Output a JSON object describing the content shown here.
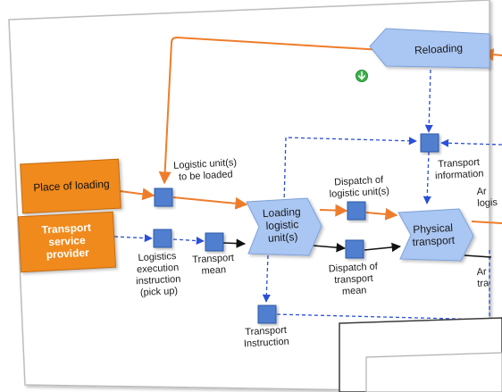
{
  "colors": {
    "orange_box": "#f08a1c",
    "orange_line": "#ee7d2b",
    "blue_node": "#4f7fce",
    "blue_line": "#2a4fd8",
    "process_fill": "#aac6f2",
    "green_icon": "#3bb34a",
    "black_line": "#111111"
  },
  "boxes": {
    "place_of_loading": "Place of loading",
    "transport_service_provider": "Transport\nservice\nprovider"
  },
  "processes": {
    "reloading": "Reloading",
    "loading_logistic_unit": "Loading\nlogistic\nunit(s)",
    "physical_transport": "Physical\ntransport"
  },
  "labels": {
    "logistic_units_to_be_loaded": "Logistic unit(s)\nto be loaded",
    "logistics_execution_instruction": "Logistics\nexecution\ninstruction\n(pick up)",
    "transport_mean": "Transport\nmean",
    "dispatch_logistic_units": "Dispatch of\nlogistic unit(s)",
    "dispatch_transport_mean": "Dispatch of\ntransport\nmean",
    "transport_information": "Transport\ninformation",
    "transport_instruction": "Transport\nInstruction",
    "cut_off_top": "Ar\nlogis",
    "cut_off_bottom": "Ar\ntra"
  }
}
